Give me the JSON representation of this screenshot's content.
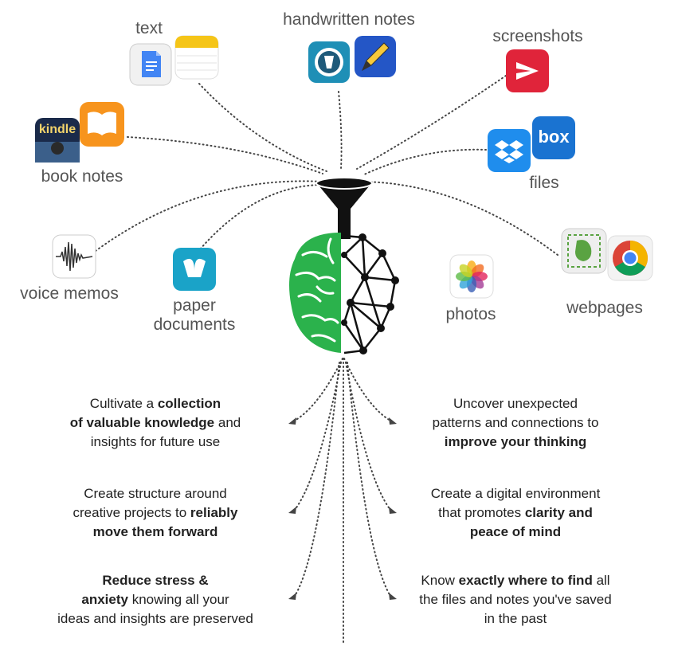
{
  "sources": {
    "text": "text",
    "handwritten": "handwritten notes",
    "screenshots": "screenshots",
    "book_notes": "book notes",
    "files": "files",
    "voice_memos": "voice memos",
    "paper_documents_line1": "paper",
    "paper_documents_line2": "documents",
    "photos": "photos",
    "webpages": "webpages"
  },
  "icons": {
    "kindle_text": "kindle",
    "box_text": "box"
  },
  "benefits": {
    "b1": {
      "p1": "Cultivate a ",
      "b1": "collection",
      "b2": "of valuable knowledge",
      "p2": " and",
      "p3": "insights for future use"
    },
    "b2": {
      "p1": "Uncover unexpected",
      "p2": "patterns and connections to",
      "b1": "improve your thinking"
    },
    "b3": {
      "p1": "Create structure around",
      "p2": "creative projects to ",
      "b1": "reliably",
      "b2": "move them forward"
    },
    "b4": {
      "p1": "Create a digital environment",
      "p2": "that promotes ",
      "b1": "clarity and",
      "b2": "peace of mind"
    },
    "b5": {
      "b1": "Reduce stress &",
      "b2": "anxiety",
      "p1": " knowing all your",
      "p2": "ideas and insights are preserved"
    },
    "b6": {
      "p1": "Know ",
      "b1": "exactly where to find",
      "p2": " all",
      "p3": "the files and notes you've saved",
      "p4": "in the past"
    }
  },
  "colors": {
    "brain_green": "#2bb24c",
    "network_black": "#111111",
    "dots": "#444444"
  }
}
